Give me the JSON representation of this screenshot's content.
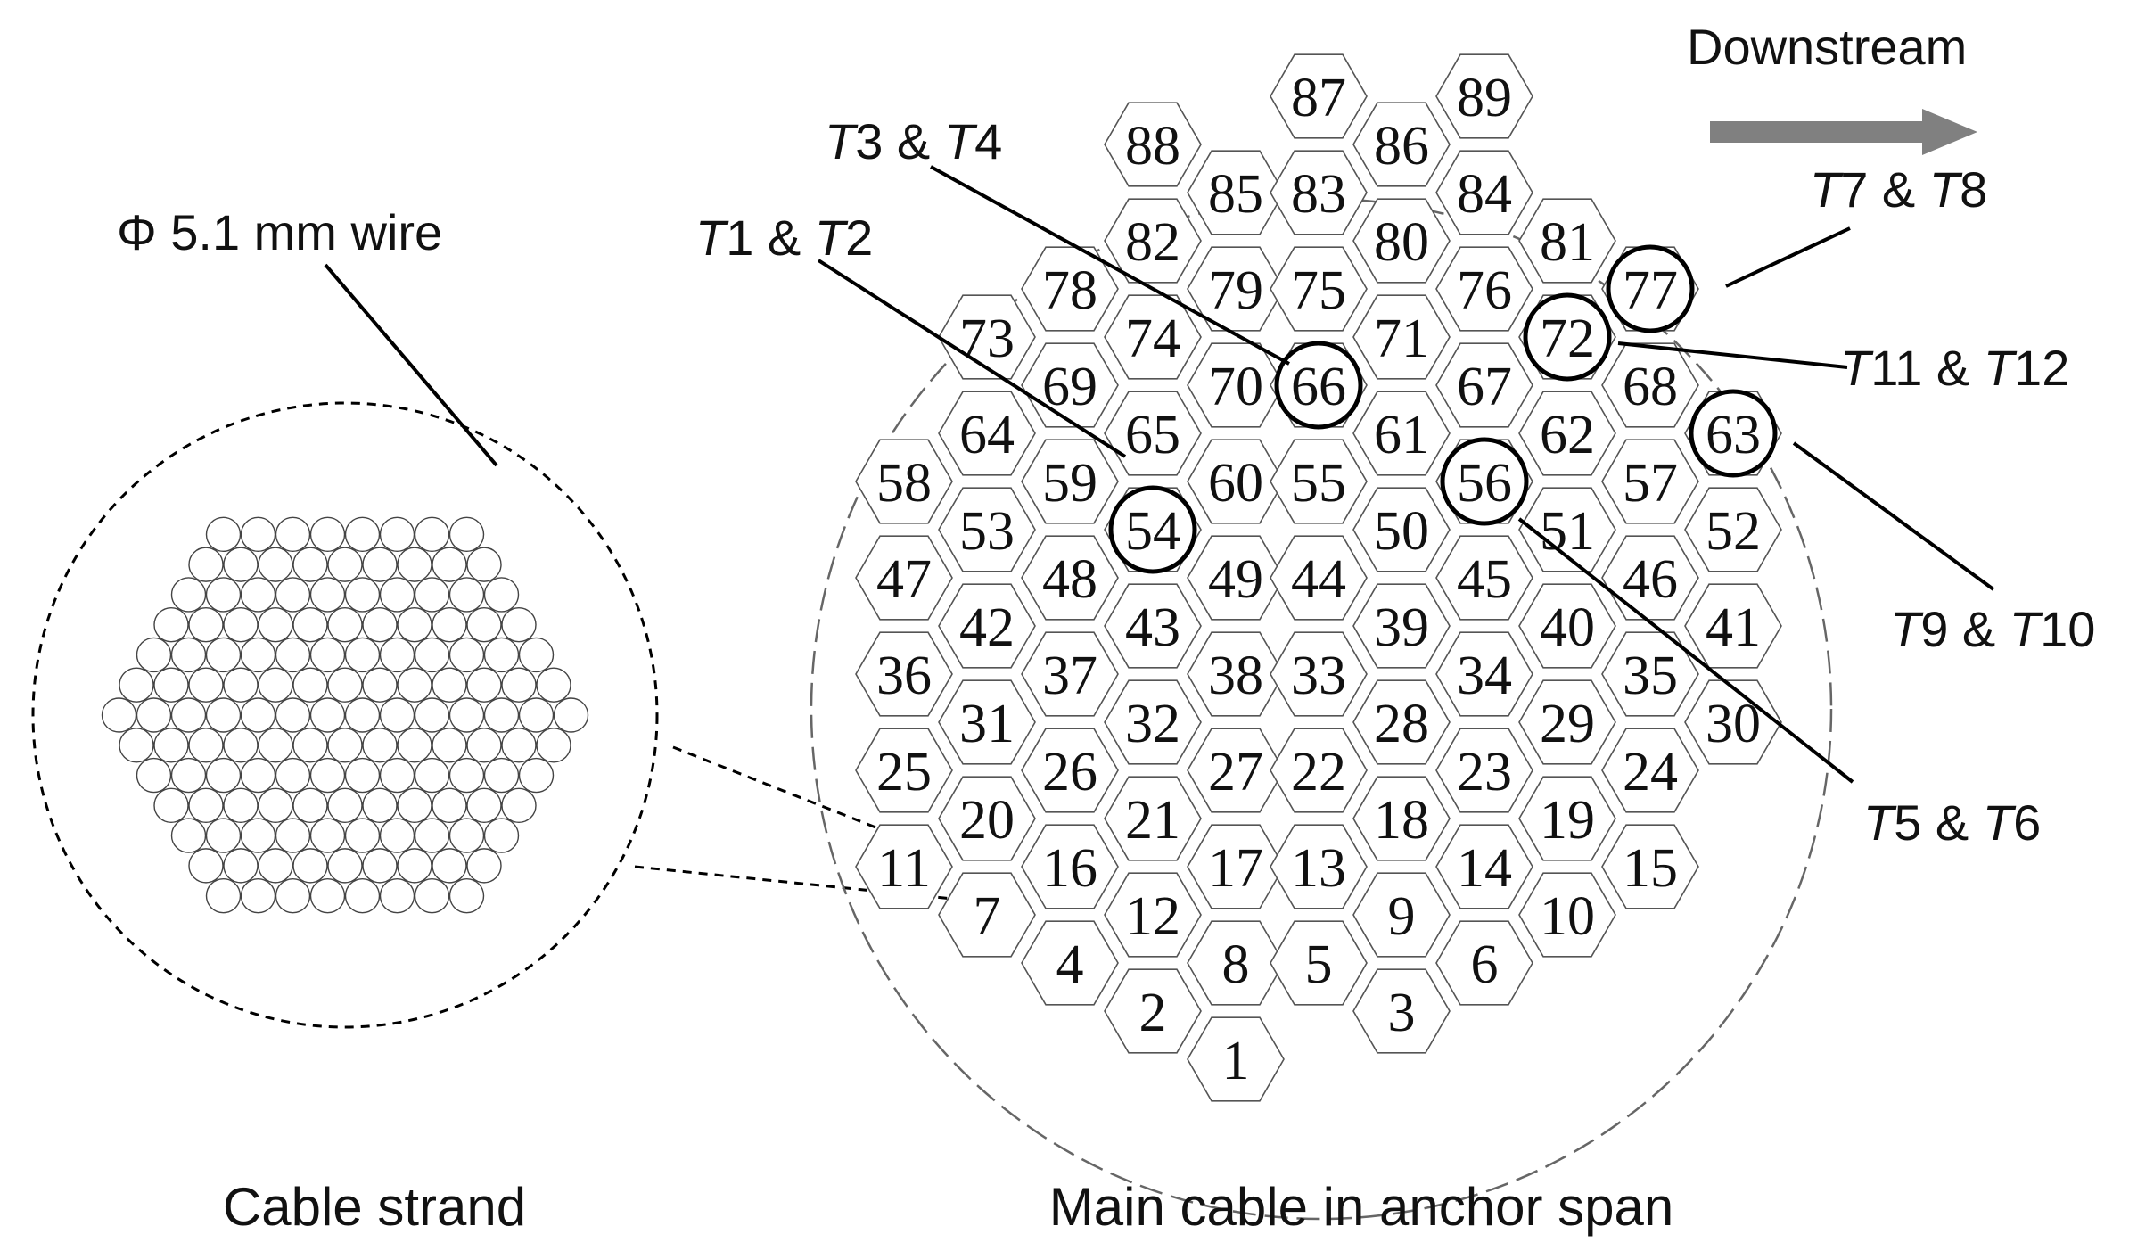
{
  "captions": {
    "cable_strand": "Cable strand",
    "main_cable": "Main cable in anchor span"
  },
  "wire_label": "Φ 5.1 mm wire",
  "direction": {
    "label": "Downstream",
    "arrow_color": "#808080"
  },
  "sensors": [
    {
      "pair": "T1 & T2",
      "parts": [
        [
          "T",
          true
        ],
        [
          "1 & ",
          false
        ],
        [
          "T",
          true
        ],
        [
          "2",
          false
        ]
      ],
      "strand": 54
    },
    {
      "pair": "T3 & T4",
      "parts": [
        [
          "T",
          true
        ],
        [
          "3 & ",
          false
        ],
        [
          "T",
          true
        ],
        [
          "4",
          false
        ]
      ],
      "strand": 66
    },
    {
      "pair": "T5 & T6",
      "parts": [
        [
          "T",
          true
        ],
        [
          "5 & ",
          false
        ],
        [
          "T",
          true
        ],
        [
          "6",
          false
        ]
      ],
      "strand": 56
    },
    {
      "pair": "T7 & T8",
      "parts": [
        [
          "T",
          true
        ],
        [
          "7 & ",
          false
        ],
        [
          "T",
          true
        ],
        [
          "8",
          false
        ]
      ],
      "strand": 77
    },
    {
      "pair": "T9 & T10",
      "parts": [
        [
          "T",
          true
        ],
        [
          "9 & ",
          false
        ],
        [
          "T",
          true
        ],
        [
          "10",
          false
        ]
      ],
      "strand": 63
    },
    {
      "pair": "T11 & T12",
      "parts": [
        [
          "T",
          true
        ],
        [
          "11 & ",
          false
        ],
        [
          "T",
          true
        ],
        [
          "12",
          false
        ]
      ],
      "strand": 72
    }
  ],
  "strand_columns": [
    [
      11,
      25,
      36,
      47,
      58
    ],
    [
      7,
      20,
      31,
      42,
      53,
      64,
      73
    ],
    [
      4,
      16,
      26,
      37,
      48,
      59,
      69,
      78
    ],
    [
      2,
      12,
      21,
      32,
      43,
      54,
      65,
      74,
      82,
      88
    ],
    [
      1,
      8,
      17,
      27,
      38,
      49,
      60,
      70,
      79,
      85
    ],
    [
      5,
      13,
      22,
      33,
      44,
      55,
      66,
      75,
      83,
      87
    ],
    [
      3,
      9,
      18,
      28,
      39,
      50,
      61,
      71,
      80,
      86
    ],
    [
      6,
      14,
      23,
      34,
      45,
      56,
      67,
      76,
      84,
      89
    ],
    [
      10,
      19,
      29,
      40,
      51,
      62,
      72,
      81
    ],
    [
      15,
      24,
      35,
      46,
      57,
      68,
      77
    ],
    [
      30,
      41,
      52,
      63
    ]
  ],
  "wire_rows": [
    8,
    9,
    10,
    11,
    12,
    13,
    14,
    13,
    12,
    11,
    10,
    9,
    8
  ]
}
